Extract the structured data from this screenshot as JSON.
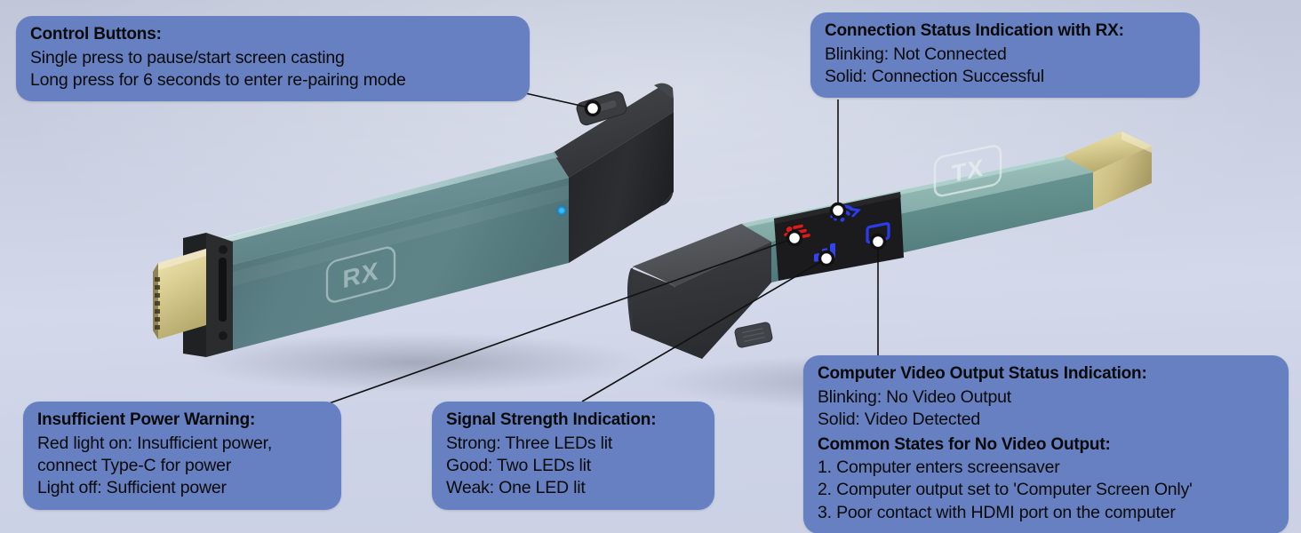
{
  "image": {
    "kind": "product-infographic",
    "subject": "Wireless HDMI transmitter (TX) and receiver (RX) dongle pair",
    "background_top_color": "#c1c7d9",
    "background_bottom_color": "#ccd2e4",
    "callout_fill_color": "#6680c2",
    "callout_text_color": "#0a0a0a",
    "leader_line_color": "#111111"
  },
  "devices": {
    "rx": {
      "label": "RX",
      "body_color": "#5c7f83",
      "cap_color": "#2e2e30",
      "connector_color": "#d8cf92",
      "led_color": "#1b9cf5",
      "logo_text": "RX"
    },
    "tx": {
      "label": "TX",
      "body_color": "#7fa9a6",
      "cap_color": "#4a4d4f",
      "connector_color": "#cfc68d",
      "logo_text": "TX",
      "led_panel_color": "#1d1d1f",
      "indicators": [
        {
          "name": "connection-status-led",
          "color": "#2b3bf0",
          "state": "lit"
        },
        {
          "name": "insufficient-power-led",
          "color": "#e01b17",
          "state": "lit"
        },
        {
          "name": "signal-strength-led",
          "color": "#3344ee",
          "state": "lit"
        },
        {
          "name": "video-output-led",
          "color": "#2b3bf0",
          "state": "lit"
        }
      ]
    }
  },
  "callouts": {
    "control_buttons": {
      "title": "Control Buttons:",
      "lines": [
        "Single press to pause/start screen casting",
        "Long press for 6 seconds to enter re-pairing mode"
      ]
    },
    "connection_status": {
      "title": "Connection Status Indication with RX:",
      "lines": [
        "Blinking: Not Connected",
        "Solid: Connection Successful"
      ]
    },
    "insufficient_power": {
      "title": "Insufficient Power Warning:",
      "lines": [
        "Red light on: Insufficient power,",
        "connect Type-C for power",
        "Light off: Sufficient power"
      ]
    },
    "signal_strength": {
      "title": "Signal Strength Indication:",
      "lines": [
        "Strong: Three LEDs lit",
        "Good: Two LEDs lit",
        "Weak: One LED lit"
      ]
    },
    "video_output": {
      "title": "Computer Video Output Status Indication:",
      "lines": [
        "Blinking: No Video Output",
        "Solid: Video Detected"
      ],
      "sub_title": "Common States for No Video Output:",
      "sub_lines": [
        "1. Computer enters screensaver",
        "2. Computer output set to 'Computer Screen Only'",
        "3. Poor contact with HDMI port on the computer"
      ]
    }
  }
}
